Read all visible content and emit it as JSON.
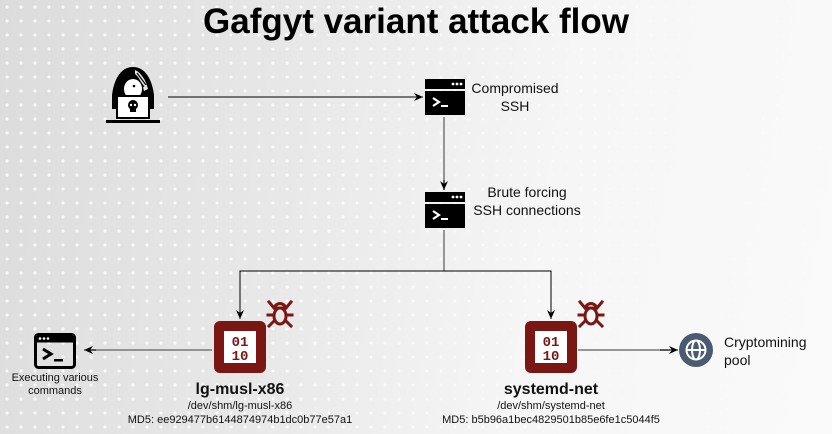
{
  "title": "Gafgyt variant attack flow",
  "nodes": {
    "attacker": {
      "icon": "hacker-icon"
    },
    "compromised_ssh": {
      "icon": "terminal-window-icon",
      "label_line1": "Compromised",
      "label_line2": "SSH"
    },
    "brute_force": {
      "icon": "terminal-window-icon",
      "label_line1": "Brute forcing",
      "label_line2": "SSH connections"
    },
    "lg_musl": {
      "icon": "binary-file-icon",
      "badge_icon": "bug-icon",
      "name": "lg-musl-x86",
      "path": "/dev/shm/lg-musl-x86",
      "md5": "MD5: ee929477b6144874974b1dc0b77e57a1"
    },
    "systemd_net": {
      "icon": "binary-file-icon",
      "badge_icon": "bug-icon",
      "name": "systemd-net",
      "path": "/dev/shm/systemd-net",
      "md5": "MD5: b5b96a1bec4829501b85e6fe1c5044f5"
    },
    "executing": {
      "icon": "terminal-window-icon",
      "label_line1": "Executing various",
      "label_line2": "commands"
    },
    "pool": {
      "icon": "globe-icon",
      "label_line1": "Cryptomining",
      "label_line2": "pool"
    }
  },
  "colors": {
    "malware": "#7a1712",
    "globe": "#4a5a70",
    "terminal": "#000000"
  }
}
